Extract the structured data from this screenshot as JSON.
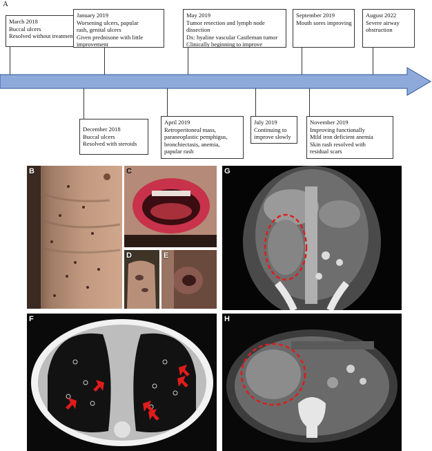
{
  "panel_labels": {
    "a": "A",
    "b": "B",
    "c": "C",
    "d": "D",
    "e": "E",
    "f": "F",
    "g": "G",
    "h": "H"
  },
  "timeline": {
    "top_events": [
      {
        "lines": [
          "March 2018",
          "Buccal ulcers",
          "Resolved without treatment"
        ]
      },
      {
        "lines": [
          "January 2019",
          "Worsening ulcers, papular",
          "rash, genital ulcers",
          "Given prednisone with little",
          "improvement"
        ]
      },
      {
        "lines": [
          "May 2019",
          "Tumor resection and lymph node",
          "dissection",
          "Dx: hyaline vascular Castleman tumor",
          "Clinically beginning to improve"
        ]
      },
      {
        "lines": [
          "September 2019",
          "Mouth sores improving"
        ]
      },
      {
        "lines": [
          "August 2022",
          "Severe airway",
          "obstruction"
        ]
      }
    ],
    "bottom_events": [
      {
        "lines": [
          "December 2018",
          "Buccal ulcers",
          "Resolved with steroids"
        ]
      },
      {
        "lines": [
          "April 2019",
          "Retroperitoneal mass,",
          "paraneoplastic pemphigus,",
          "bronchiectasis, anemia,",
          "papular rash"
        ]
      },
      {
        "lines": [
          "July 2019",
          "Continuing to",
          "improve slowly"
        ]
      },
      {
        "lines": [
          "November 2019",
          "Improving functionally",
          "Mild iron deficient anemia",
          "Skin rash resolved with",
          "residual scars"
        ]
      }
    ]
  },
  "colors": {
    "arrow_fill": "#8eaadb",
    "arrow_stroke": "#2f5597",
    "annotation_red": "#e01b1b"
  },
  "images": {
    "b": "photo of patient's chest and flank with papular scars",
    "c": "photo of mouth with lip and oral ulcers",
    "d": "photo of hand with lesions",
    "e": "photo of genital region lesions",
    "f": "axial chest CT showing bronchiectasis",
    "g": "coronal abdominal CT with circled mass",
    "h": "axial abdominal CT with circled mass"
  }
}
